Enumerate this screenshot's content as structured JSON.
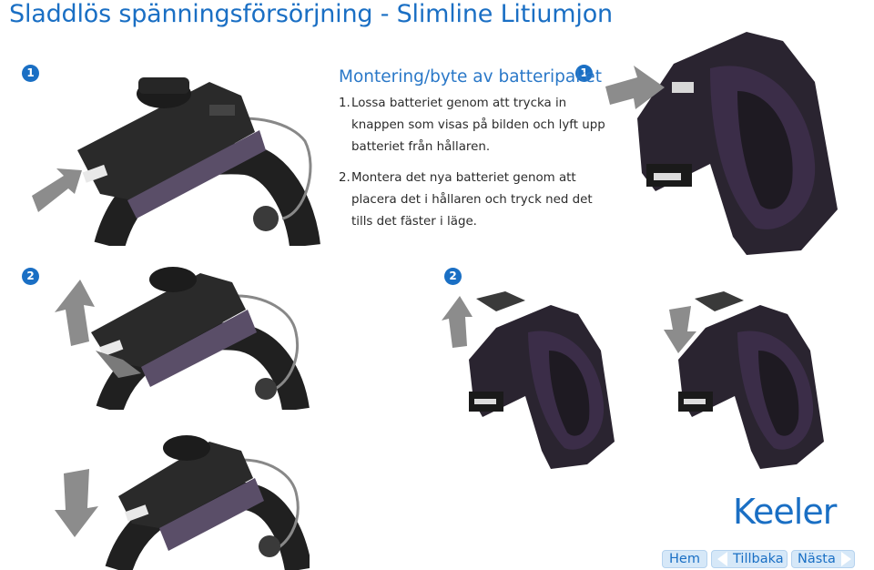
{
  "page": {
    "title": "Sladdlös spänningsförsörjning - Slimline Litiumjon"
  },
  "badges": {
    "one": "1",
    "two": "2"
  },
  "section": {
    "heading": "Montering/byte av batteripaket",
    "steps": [
      {
        "num": "1.",
        "text": "Lossa batteriet genom att trycka in knappen som visas på bilden och lyft upp batteriet från hållaren."
      },
      {
        "num": "2.",
        "text": "Montera det nya batteriet genom att placera det i hållaren och tryck ned det tills det fäster i läge."
      }
    ]
  },
  "images": [
    "headband-battery-release-illustration",
    "headband-battery-lift-illustration",
    "headband-battery-insert-illustration",
    "battery-holder-release-illustration",
    "battery-holder-lift-illustration",
    "battery-holder-insert-illustration"
  ],
  "logo": {
    "text": "Keeler"
  },
  "nav": {
    "home": "Hem",
    "back": "Tillbaka",
    "next": "Nästa"
  },
  "colors": {
    "accent": "#1a6fc4",
    "nav_bg": "#d6e8f8",
    "device": "#2a2430",
    "arrow": "#8c8c8c"
  }
}
